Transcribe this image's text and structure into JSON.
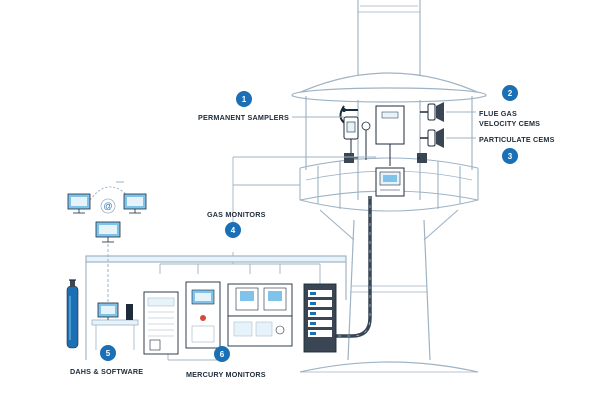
{
  "labels": {
    "permanent_samplers": "PERMANENT SAMPLERS",
    "flue_gas_line1": "FLUE GAS",
    "flue_gas_line2": "VELOCITY CEMS",
    "particulate": "PARTICULATE CEMS",
    "gas_monitors": "GAS MONITORS",
    "dahs": "DAHS & SOFTWARE",
    "mercury": "MERCURY MONITORS",
    "network_symbol": "@"
  },
  "badges": {
    "b1": "1",
    "b2": "2",
    "b3": "3",
    "b4": "4",
    "b5": "5",
    "b6": "6"
  },
  "colors": {
    "badge": "#1a6fb5",
    "outline": "#9fb3c4",
    "dark_line": "#1d2b3a",
    "cable": "#3b4654",
    "light_blue": "#e6f3fb",
    "accent_blue": "#7fc3ea",
    "gas_cylinder": "#1a6fb5"
  },
  "icons": {
    "cylinder": "gas-cylinder-icon",
    "computer": "computer-icon",
    "network": "network-icon"
  }
}
